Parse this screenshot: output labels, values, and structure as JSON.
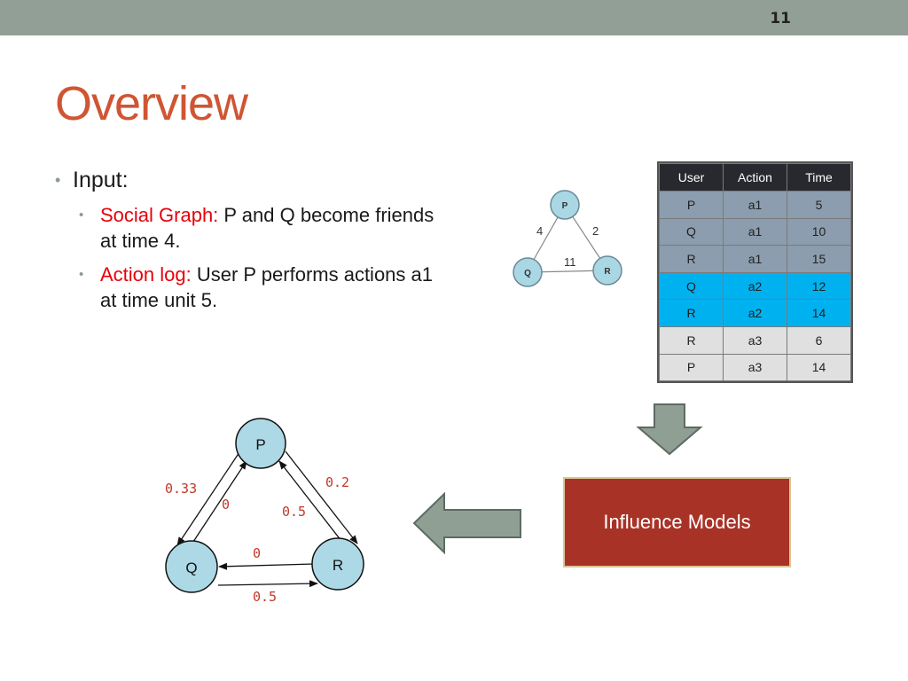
{
  "slide": {
    "number": "11",
    "title": "Overview"
  },
  "bullets": {
    "input_label": "Input:",
    "social_graph_label": "Social Graph:",
    "social_graph_text": " P and Q become friends at time 4.",
    "action_log_label": "Action log:",
    "action_log_text": " User P performs actions a1 at time unit 5."
  },
  "small_graph": {
    "nodes": [
      "P",
      "Q",
      "R"
    ],
    "edge_labels": {
      "pq": "4",
      "pr": "2",
      "qr": "11"
    }
  },
  "action_table": {
    "headers": [
      "User",
      "Action",
      "Time"
    ],
    "rows": [
      [
        "P",
        "a1",
        "5"
      ],
      [
        "Q",
        "a1",
        "10"
      ],
      [
        "R",
        "a1",
        "15"
      ],
      [
        "Q",
        "a2",
        "12"
      ],
      [
        "R",
        "a2",
        "14"
      ],
      [
        "R",
        "a3",
        "6"
      ],
      [
        "P",
        "a3",
        "14"
      ]
    ]
  },
  "influence_box": {
    "label": "Influence Models"
  },
  "big_graph": {
    "nodes": [
      "P",
      "Q",
      "R"
    ],
    "edge_labels": {
      "p_to_q": "0.33",
      "q_to_p": "0",
      "p_to_r": "0.2",
      "r_to_p": "0.5",
      "r_to_q": "0",
      "q_to_r": "0.5"
    }
  },
  "colors": {
    "title": "#cf5533",
    "highlight": "#e8000a",
    "topbar": "#929f97",
    "node_fill": "#add8e6",
    "influence_box": "#a93226",
    "arrow_fill": "#909f94",
    "edge_label": "#c0392b"
  }
}
